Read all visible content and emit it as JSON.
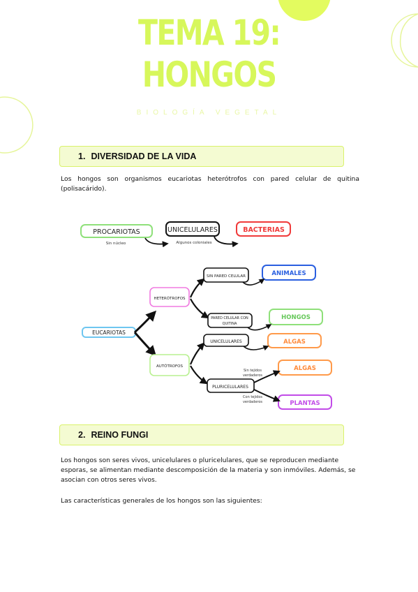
{
  "header": {
    "title_line1": "TEMA 19:",
    "title_line2": "HONGOS",
    "subtitle": "BIOLOGÍA VEGETAL"
  },
  "section1": {
    "number": "1.",
    "title": "DIVERSIDAD DE LA VIDA",
    "paragraph": "Los hongos son organismos eucariotas heterótrofos con pared celular de quitina (polisacárido)."
  },
  "diagram": {
    "procariotas": "PROCARIOTAS",
    "unicelulares_top": "UNICELULARES",
    "bacterias": "BACTERIAS",
    "sin_nucleo": "Sin núcleo",
    "algunos_coloniales": "Algunos coloniales",
    "eucariotas": "EUCARIOTAS",
    "heterotrofos": "HETERÓTROFOS",
    "autotrofos": "AUTÓTROFOS",
    "sin_pared": "SIN PARED CELULAR",
    "animales": "ANIMALES",
    "pared_line1": "PARED CELULAR CON",
    "pared_line2": "QUITINA",
    "hongos": "HONGOS",
    "unicelulares": "UNICELULARES",
    "algas1": "ALGAS",
    "pluricelulares": "PLURICELULARES",
    "sin_tejidos_1": "Sin tejidos",
    "sin_tejidos_2": "verdaderos",
    "algas2": "ALGAS",
    "con_tejidos_1": "Con tejidos",
    "con_tejidos_2": "verdaderos",
    "plantas": "PLANTAS"
  },
  "section2": {
    "number": "2.",
    "title": "REINO FUNGI",
    "paragraph1": "Los hongos son seres vivos, unicelulares o pluricelulares, que se reproducen mediante esporas, se alimentan mediante descomposición de la materia y son inmóviles. Además, se asocian con otros seres vivos.",
    "paragraph2": "Las características generales de los hongos son las siguientes:"
  },
  "colors": {
    "accent": "#d7f75b",
    "green_box": "#8fe07a",
    "blue_box": "#2a5fe0",
    "red_box": "#f03a3a",
    "orange_box": "#ff9a4a",
    "pink_box": "#f07ae0",
    "purple_box": "#c24ce8",
    "light_blue_box": "#6ec6f0",
    "light_green_box": "#b8f090"
  }
}
